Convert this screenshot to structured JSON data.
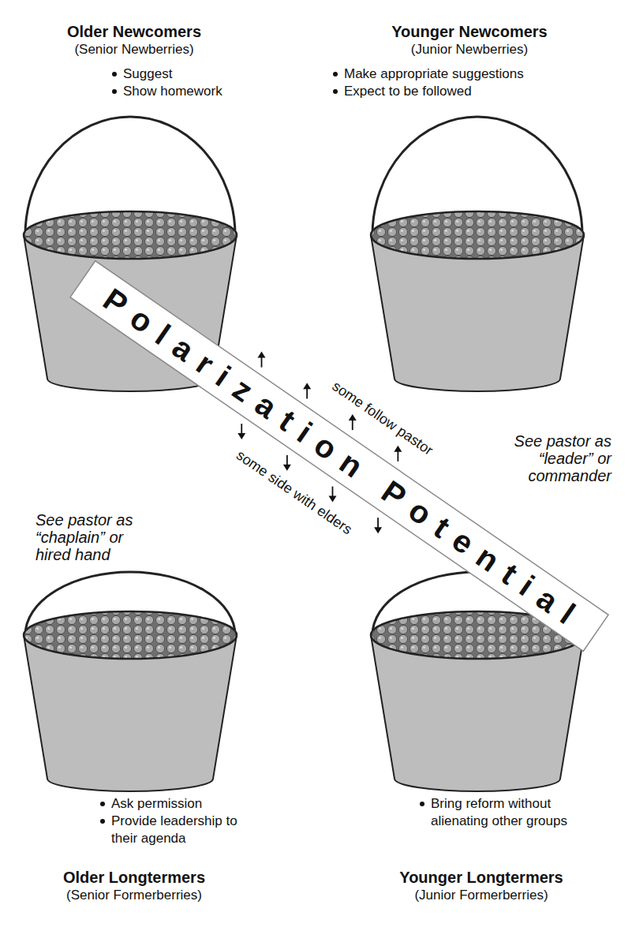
{
  "diagram": {
    "nodes": [
      {
        "text": [
          "Older Newcomers",
          "(Senior Newberries)",
          "Suggest",
          "Show homework"
        ]
      },
      {
        "text": [
          "Younger Newcomers",
          "(Junior Newberries)",
          "Make appropriate suggestions",
          "Expect to be followed"
        ]
      },
      {
        "text": [
          "Older Longtermers",
          "(Senior Formerberries)",
          "Ask permission",
          "Provide leadership to their agenda"
        ]
      },
      {
        "text": [
          "Younger Longtermers",
          "(Junior Formerberries)",
          "Bring reform without alienating other groups"
        ]
      }
    ],
    "labels": [
      "Polarization Potential",
      "some follow pastor",
      "some side with elders",
      "See pastor as “leader” or commander",
      "See pastor as “chaplain” or hired hand"
    ]
  }
}
